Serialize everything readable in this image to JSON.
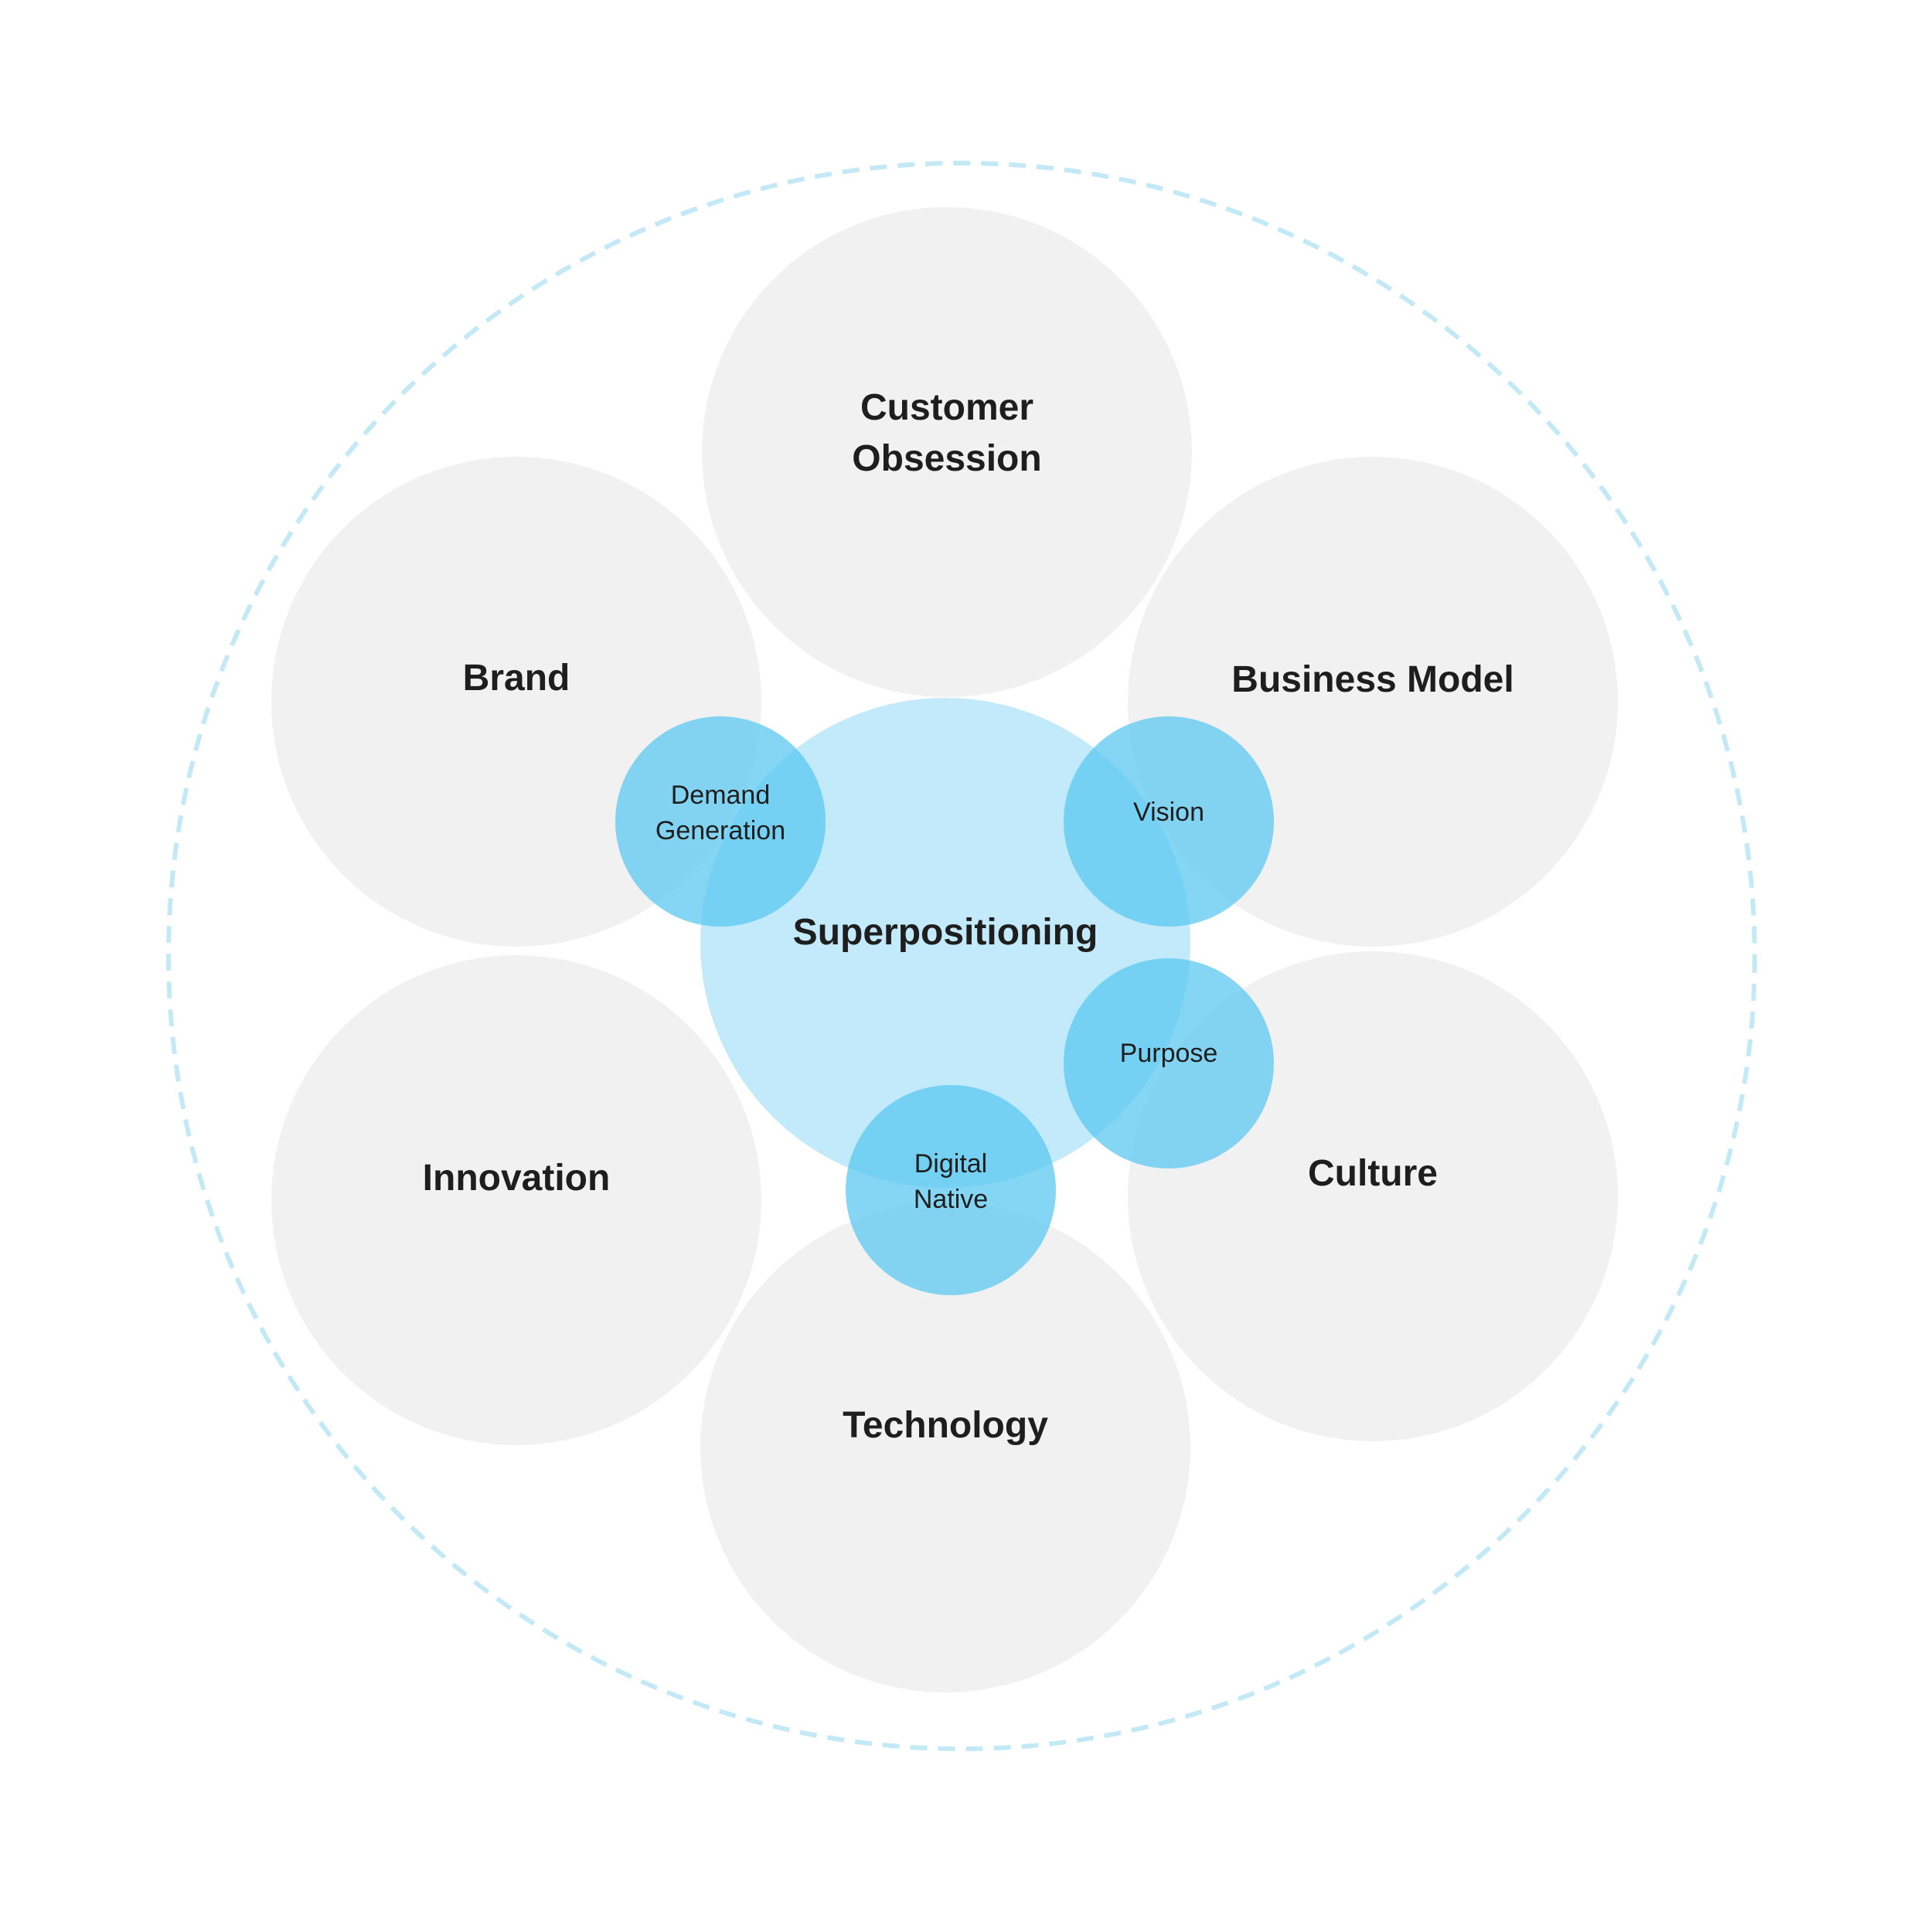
{
  "colors": {
    "pillar_fill": "#f1f1f1",
    "hub_fill": "#bfe9fa",
    "node_fill": "#5bc8f0",
    "ring_stroke": "#c3e9f7",
    "text": "#1e1e1e"
  },
  "diagram": {
    "hub": {
      "label": "Superpositioning"
    },
    "pillars": [
      {
        "id": "customer-obsession",
        "lines": [
          "Customer",
          "Obsession"
        ]
      },
      {
        "id": "brand",
        "lines": [
          "Brand"
        ]
      },
      {
        "id": "business-model",
        "lines": [
          "Business Model"
        ]
      },
      {
        "id": "innovation",
        "lines": [
          "Innovation"
        ]
      },
      {
        "id": "culture",
        "lines": [
          "Culture"
        ]
      },
      {
        "id": "technology",
        "lines": [
          "Technology"
        ]
      }
    ],
    "nodes": [
      {
        "id": "demand-generation",
        "lines": [
          "Demand",
          "Generation"
        ]
      },
      {
        "id": "vision",
        "lines": [
          "Vision"
        ]
      },
      {
        "id": "purpose",
        "lines": [
          "Purpose"
        ]
      },
      {
        "id": "digital-native",
        "lines": [
          "Digital",
          "Native"
        ]
      }
    ]
  }
}
